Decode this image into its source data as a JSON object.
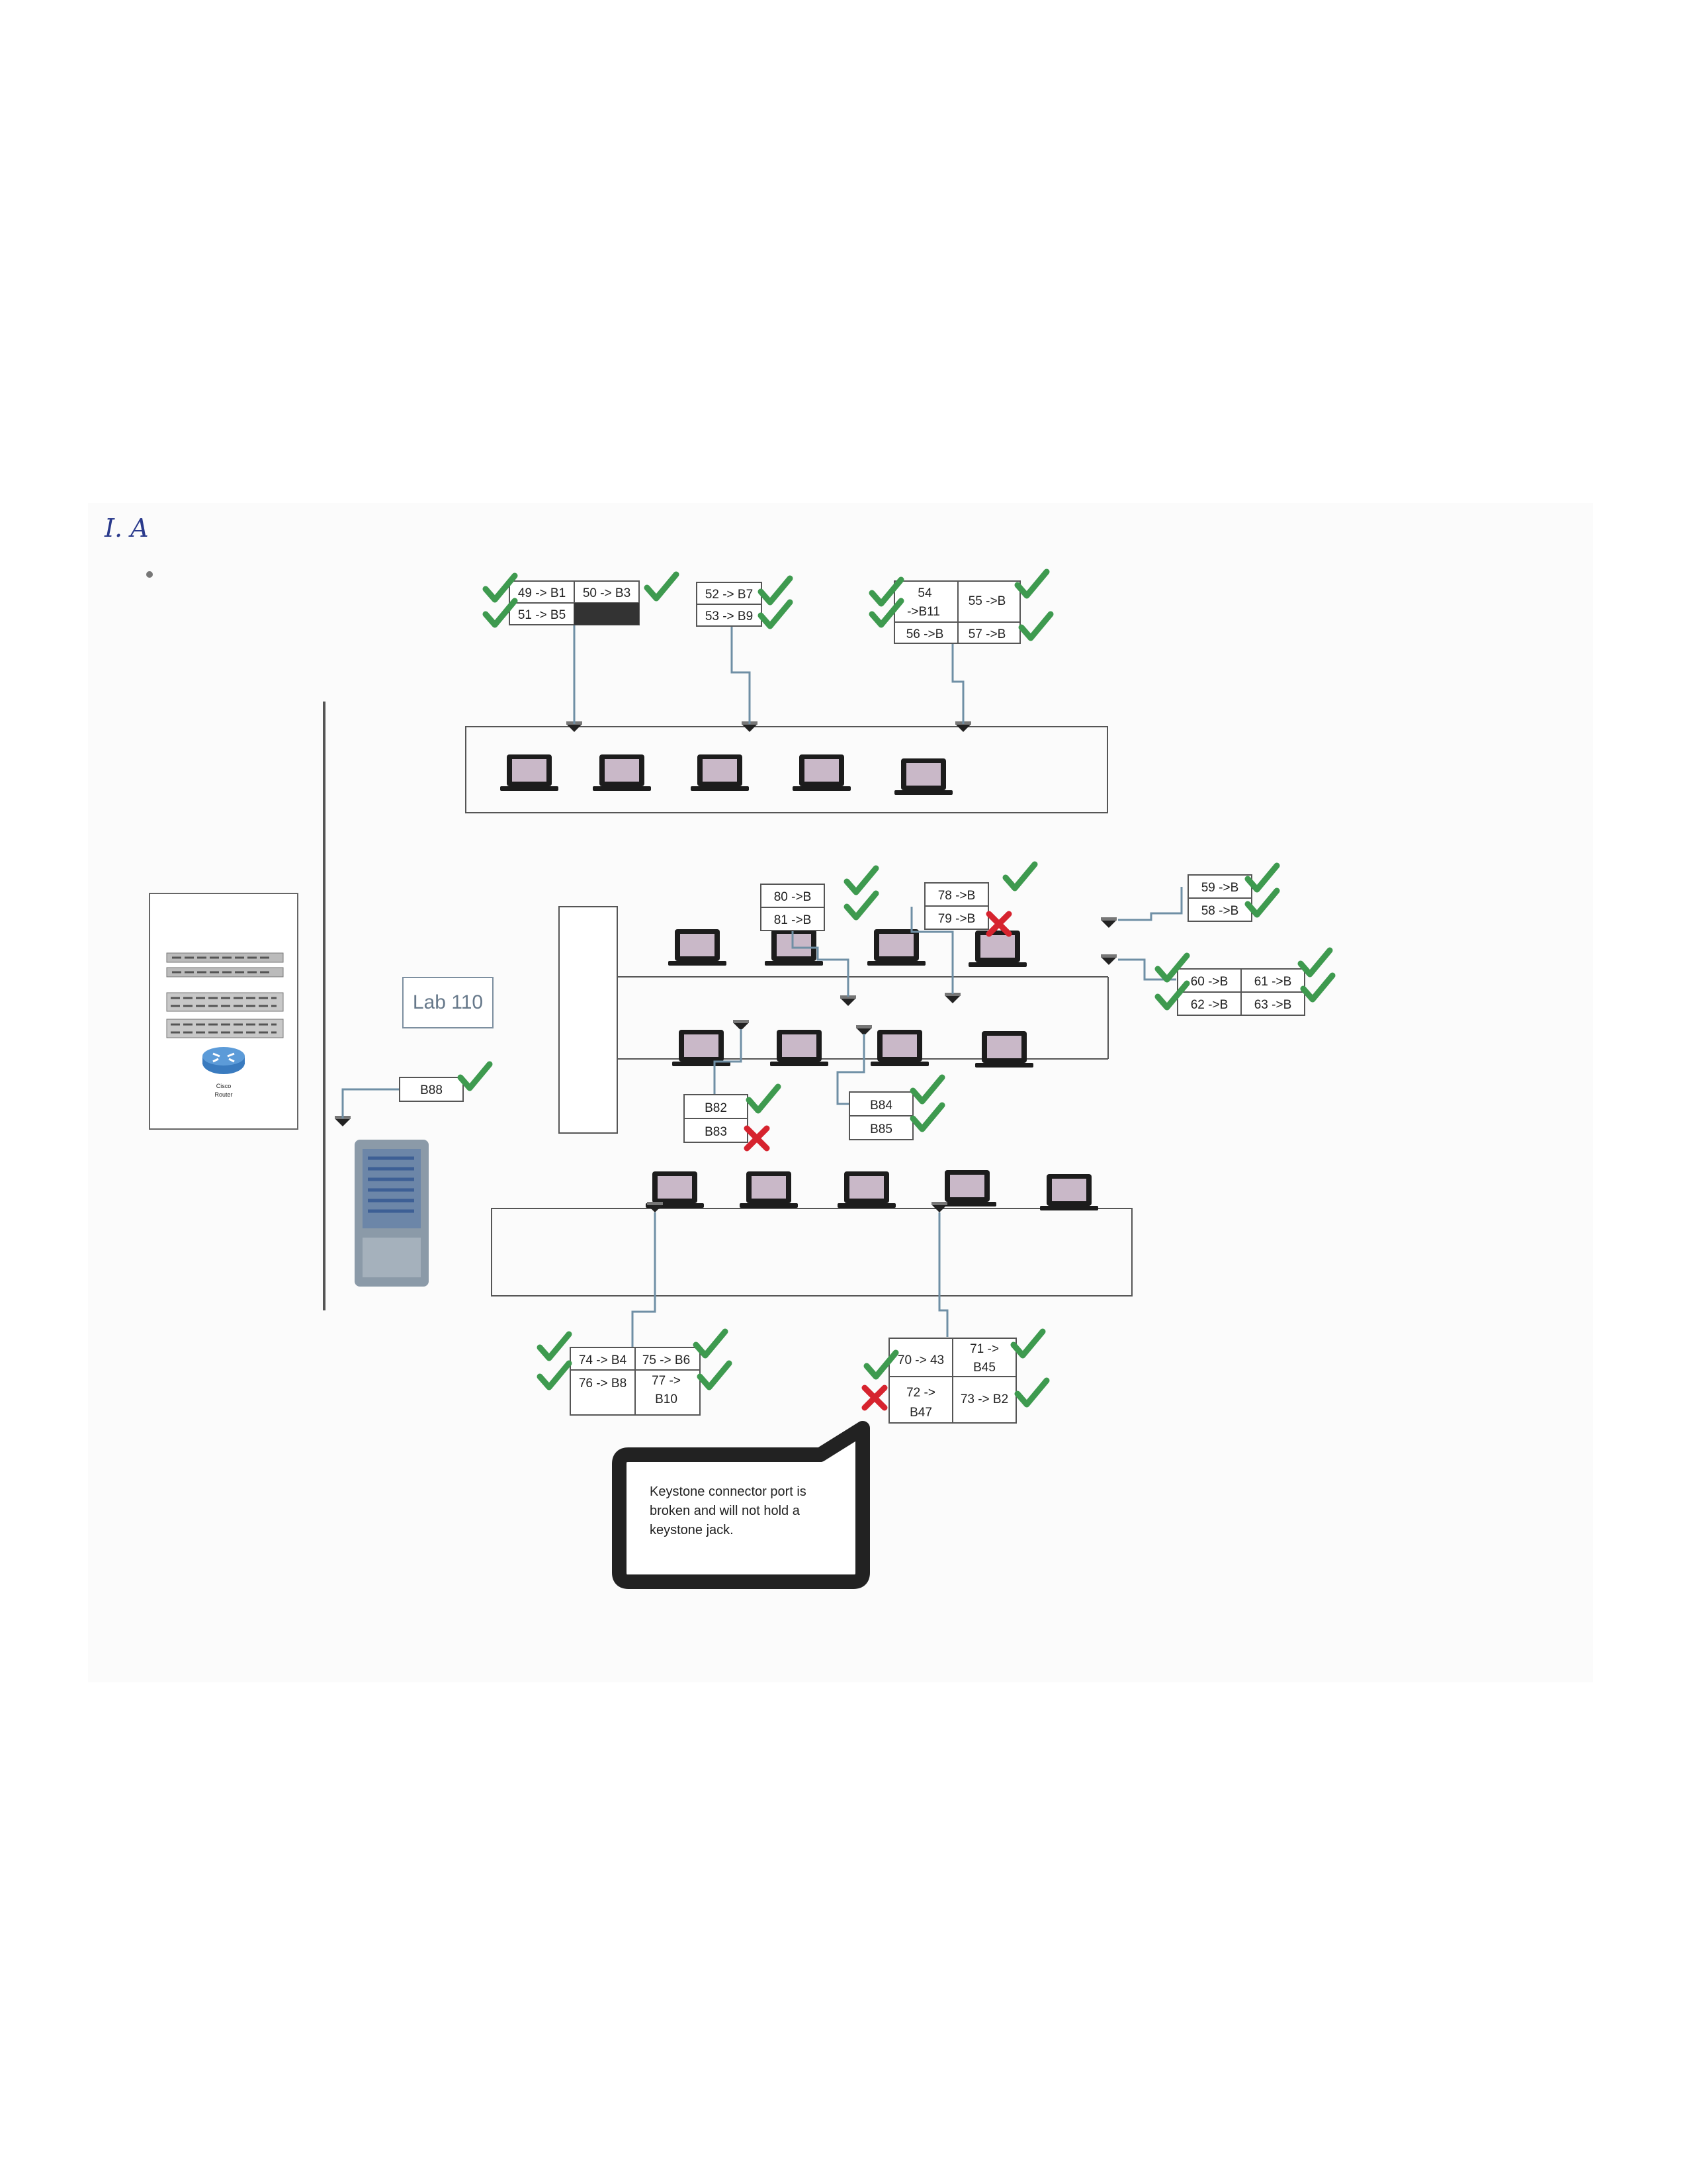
{
  "page_tag": "I. A",
  "room_label": "Lab 110",
  "callout": {
    "text": "Keystone connector port is broken and will not hold a keystone jack."
  },
  "router": {
    "caption_1": "Cisco",
    "caption_2": "Router"
  },
  "colors": {
    "check": "#3e9a4f",
    "cross": "#d6232e",
    "line": "#6f8fa5",
    "frame": "#555555"
  },
  "port_boxes": {
    "top_left": {
      "cells": [
        "49 -> B1",
        "50 -> B3",
        "51 -> B5",
        ""
      ],
      "status": [
        "ok",
        "ok",
        "ok",
        "none"
      ]
    },
    "top_mid": {
      "cells": [
        "52 -> B7",
        "53 -> B9"
      ],
      "status": [
        "ok",
        "ok"
      ]
    },
    "top_right": {
      "cells": [
        "54",
        "->B11",
        "55 ->B",
        "56 ->B",
        "57 ->B"
      ],
      "status": [
        "ok",
        "ok",
        "ok",
        "ok"
      ]
    },
    "mid_a": {
      "cells": [
        "80 ->B",
        "81 ->B"
      ],
      "status": [
        "ok",
        "ok"
      ]
    },
    "mid_b": {
      "cells": [
        "78 ->B",
        "79 ->B"
      ],
      "status": [
        "ok",
        "bad"
      ]
    },
    "right_upper": {
      "cells": [
        "59 ->B",
        "58 ->B"
      ],
      "status": [
        "ok",
        "ok"
      ]
    },
    "right_lower": {
      "cells": [
        "60 ->B",
        "61 ->B",
        "62 ->B",
        "63 ->B"
      ],
      "status": [
        "ok",
        "ok",
        "ok",
        "ok"
      ]
    },
    "low_a": {
      "cells": [
        "B82",
        "B83"
      ],
      "status": [
        "ok",
        "bad"
      ]
    },
    "low_b": {
      "cells": [
        "B84",
        "B85"
      ],
      "status": [
        "ok",
        "ok"
      ]
    },
    "side": {
      "cells": [
        "B88"
      ],
      "status": [
        "ok"
      ]
    },
    "bottom_left": {
      "cells": [
        "74 -> B4",
        "75 -> B6",
        "76 -> B8",
        "77 ->",
        "B10"
      ],
      "status": [
        "ok",
        "ok",
        "ok",
        "ok"
      ]
    },
    "bottom_right": {
      "cells": [
        "70 -> 43",
        "71 ->",
        "B45",
        "72 ->",
        "B47",
        "73 -> B2"
      ],
      "status": [
        "ok",
        "ok",
        "bad",
        "ok"
      ]
    }
  }
}
